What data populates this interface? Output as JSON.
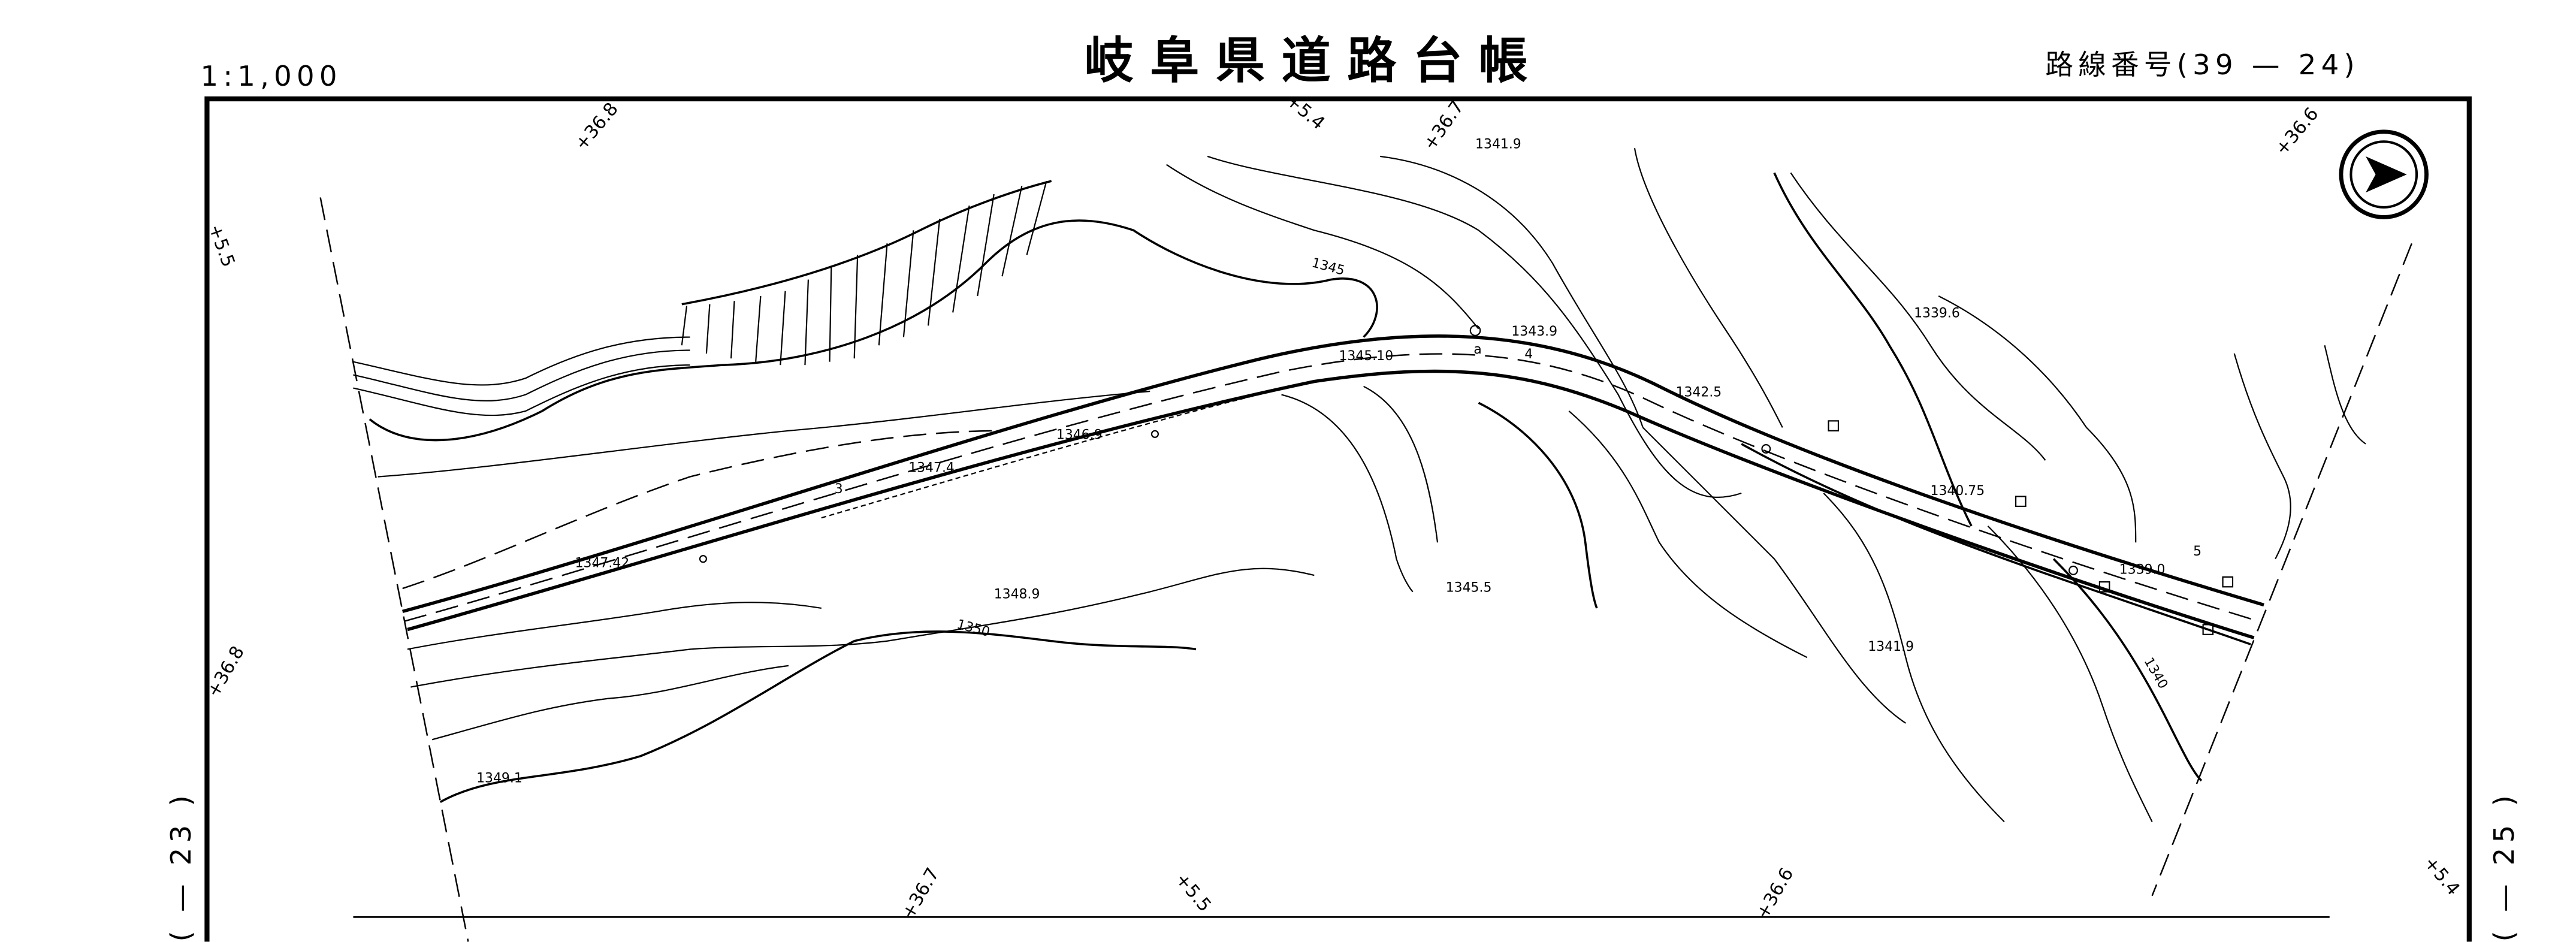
{
  "header": {
    "scale": "1:1,000",
    "title": "岐阜県道路台帳",
    "route_number": "路線番号(39 — 24)"
  },
  "sheet_refs": {
    "left": "( — 23 )",
    "right": "( — 25 )"
  },
  "stations": {
    "top": [
      "+36.8",
      "+5.4",
      "+36.7",
      "+36.6"
    ],
    "left": [
      "+5.5",
      "+36.8"
    ],
    "bottom": [
      "+36.7",
      "+5.5",
      "+36.6",
      "+5.4"
    ]
  },
  "spot_heights": [
    "1341.9",
    "1339.6",
    "1343.9",
    "1345.10",
    "1342.5",
    "1346.9",
    "1347.4",
    "1340.75",
    "1339.0",
    "1347.42",
    "1348.9",
    "1345.5",
    "1341.9",
    "1349.1"
  ],
  "contour_labels": [
    "1345",
    "1350",
    "1340"
  ],
  "markers": [
    "3",
    "4",
    "5",
    "a"
  ]
}
